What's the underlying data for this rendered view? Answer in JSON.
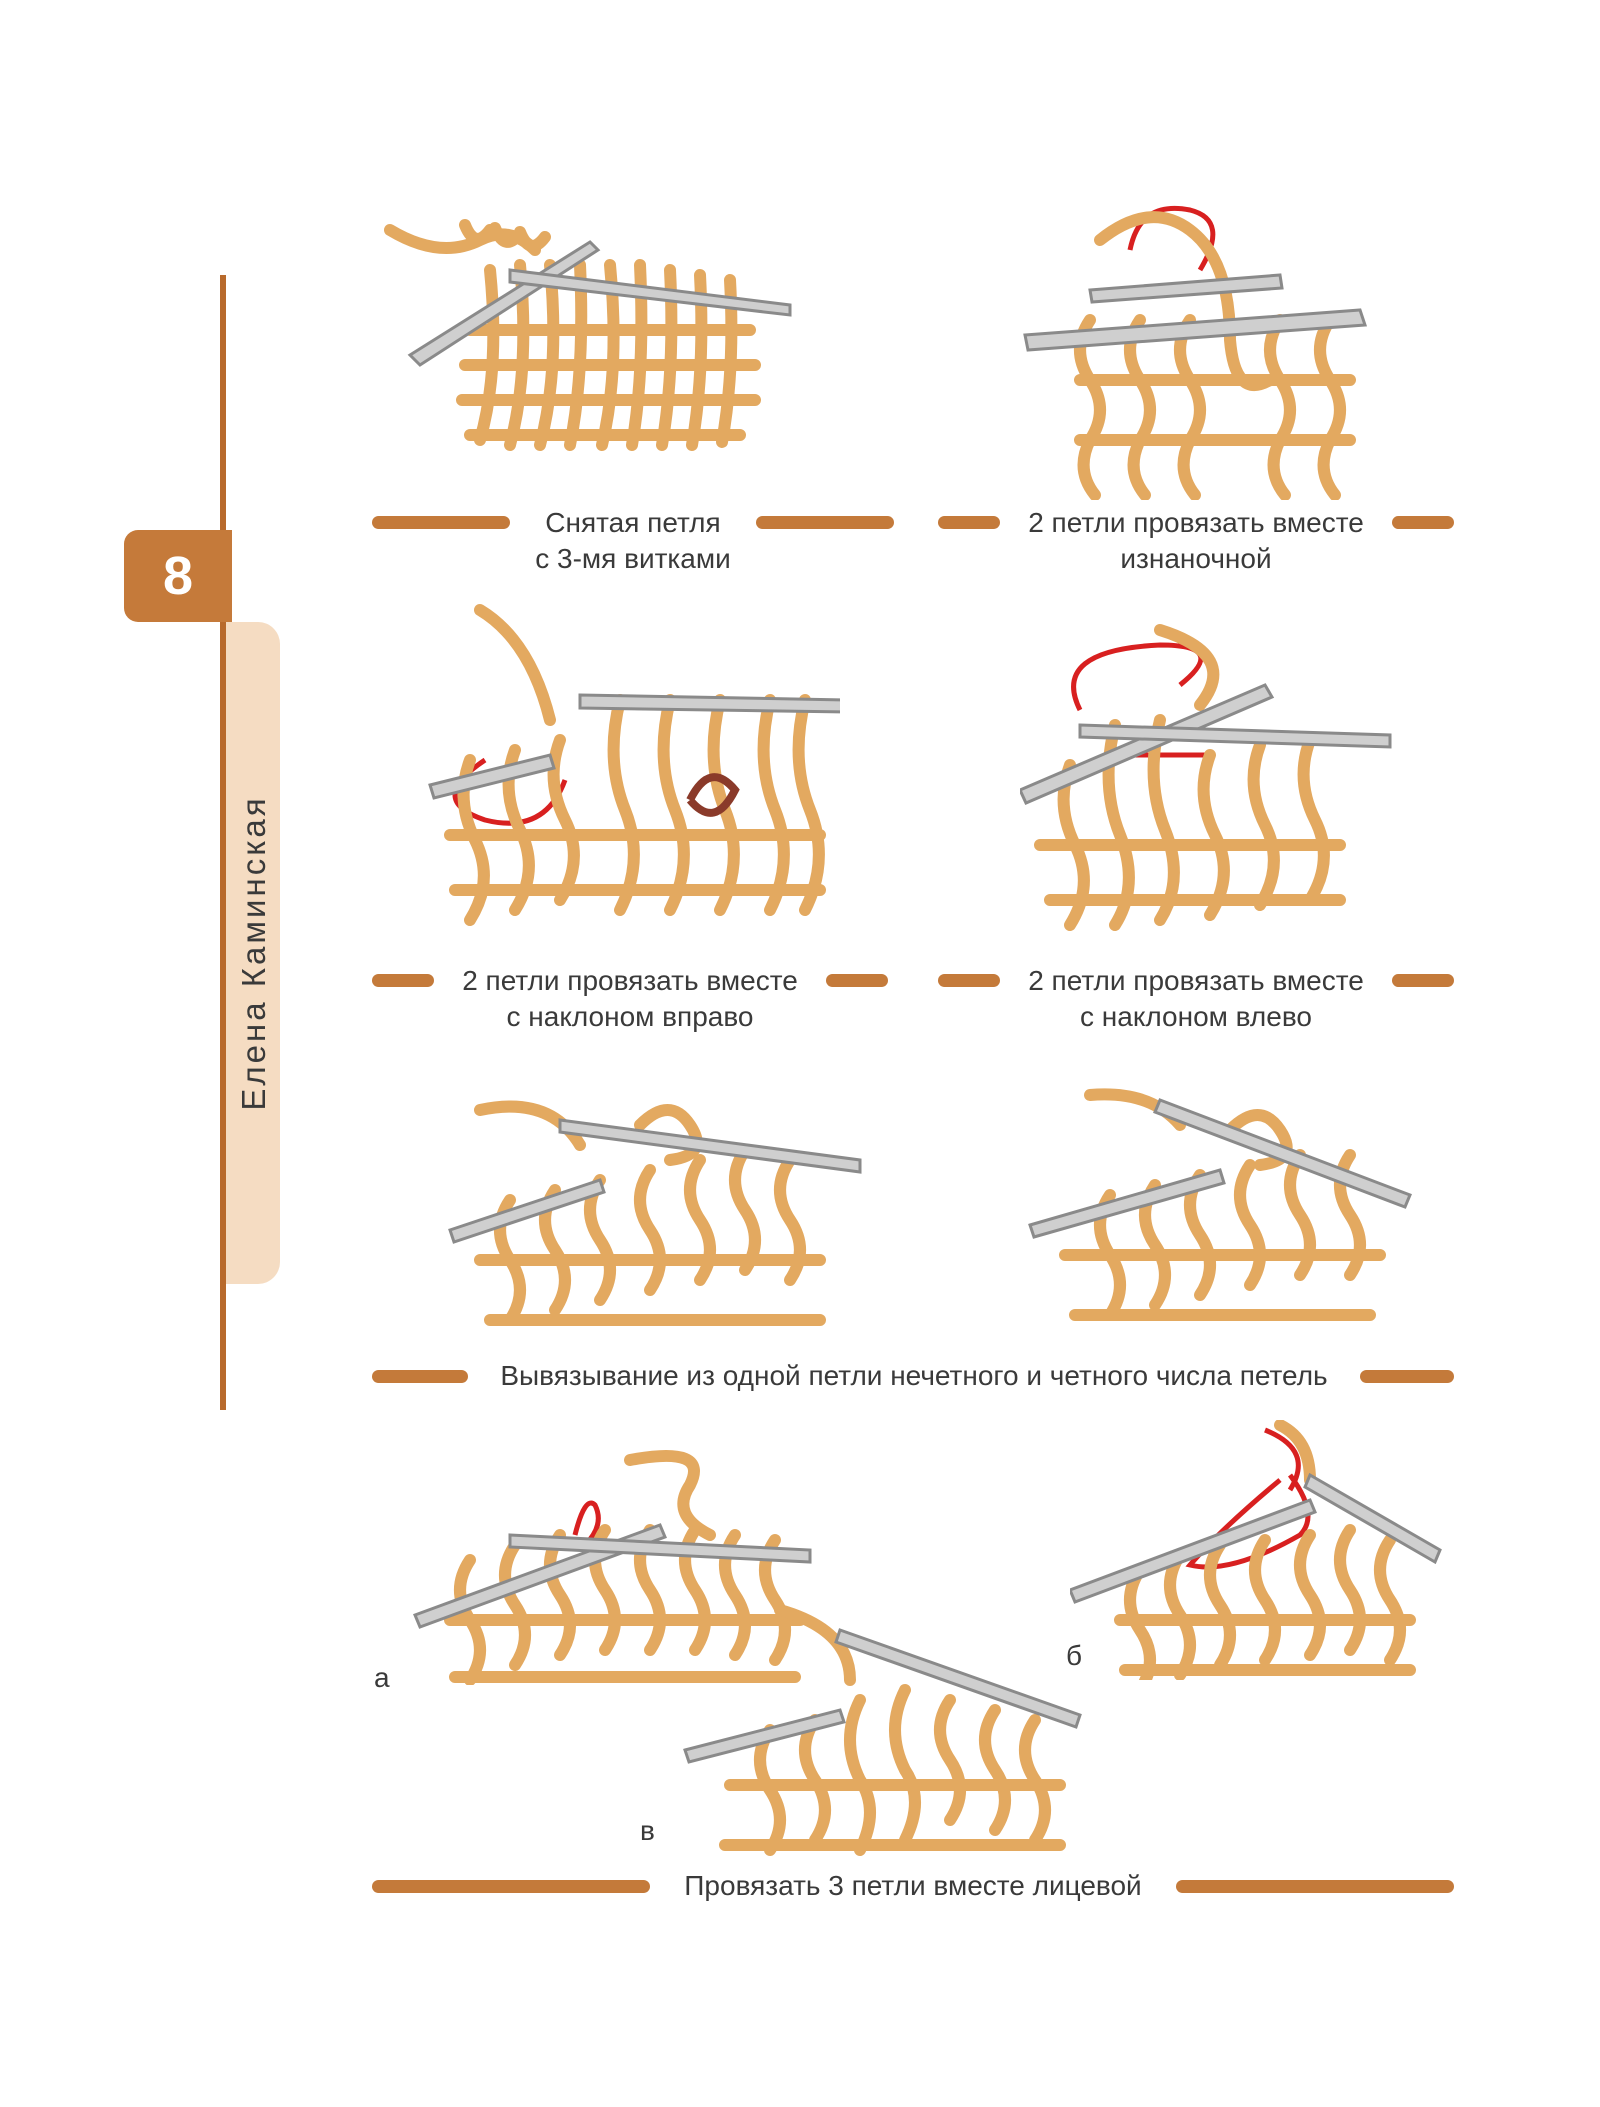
{
  "sidebar": {
    "page_number": "8",
    "author": "Елена Каминская"
  },
  "captions": {
    "c1": [
      "Снятая петля",
      "с 3-мя витками"
    ],
    "c2": [
      "2 петли провязать вместе",
      "изнаночной"
    ],
    "c3": [
      "2 петли провязать вместе",
      "с наклоном вправо"
    ],
    "c4": [
      "2 петли провязать вместе",
      "с наклоном влево"
    ],
    "c5": "Вывязывание из одной петли нечетного и четного числа петель",
    "c6": "Провязать 3 петли вместе лицевой"
  },
  "figure_letters": {
    "a": "а",
    "b": "б",
    "v": "в"
  },
  "colors": {
    "accent": "#c47a3a",
    "yarn": "#e3a960",
    "needle": "#a9a9a9",
    "arrow": "#d82020",
    "tab_light": "#f5dcc2"
  }
}
